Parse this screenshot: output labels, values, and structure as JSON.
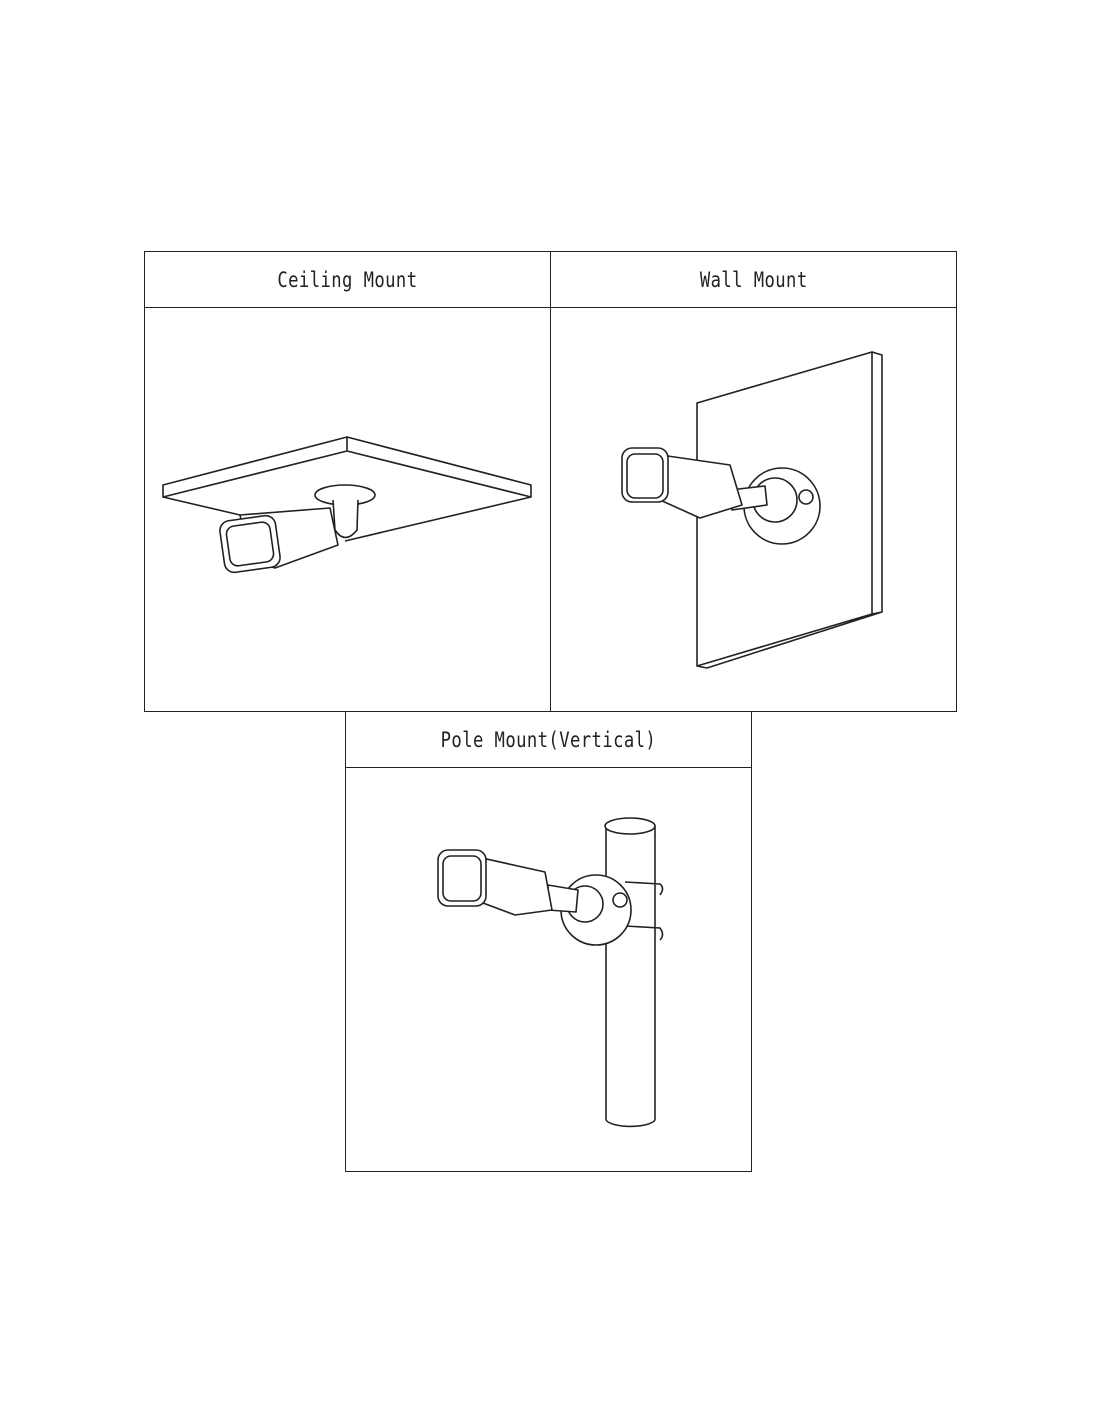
{
  "panels": [
    {
      "title": "Ceiling Mount"
    },
    {
      "title": "Wall Mount"
    },
    {
      "title": "Pole Mount(Vertical)"
    }
  ]
}
